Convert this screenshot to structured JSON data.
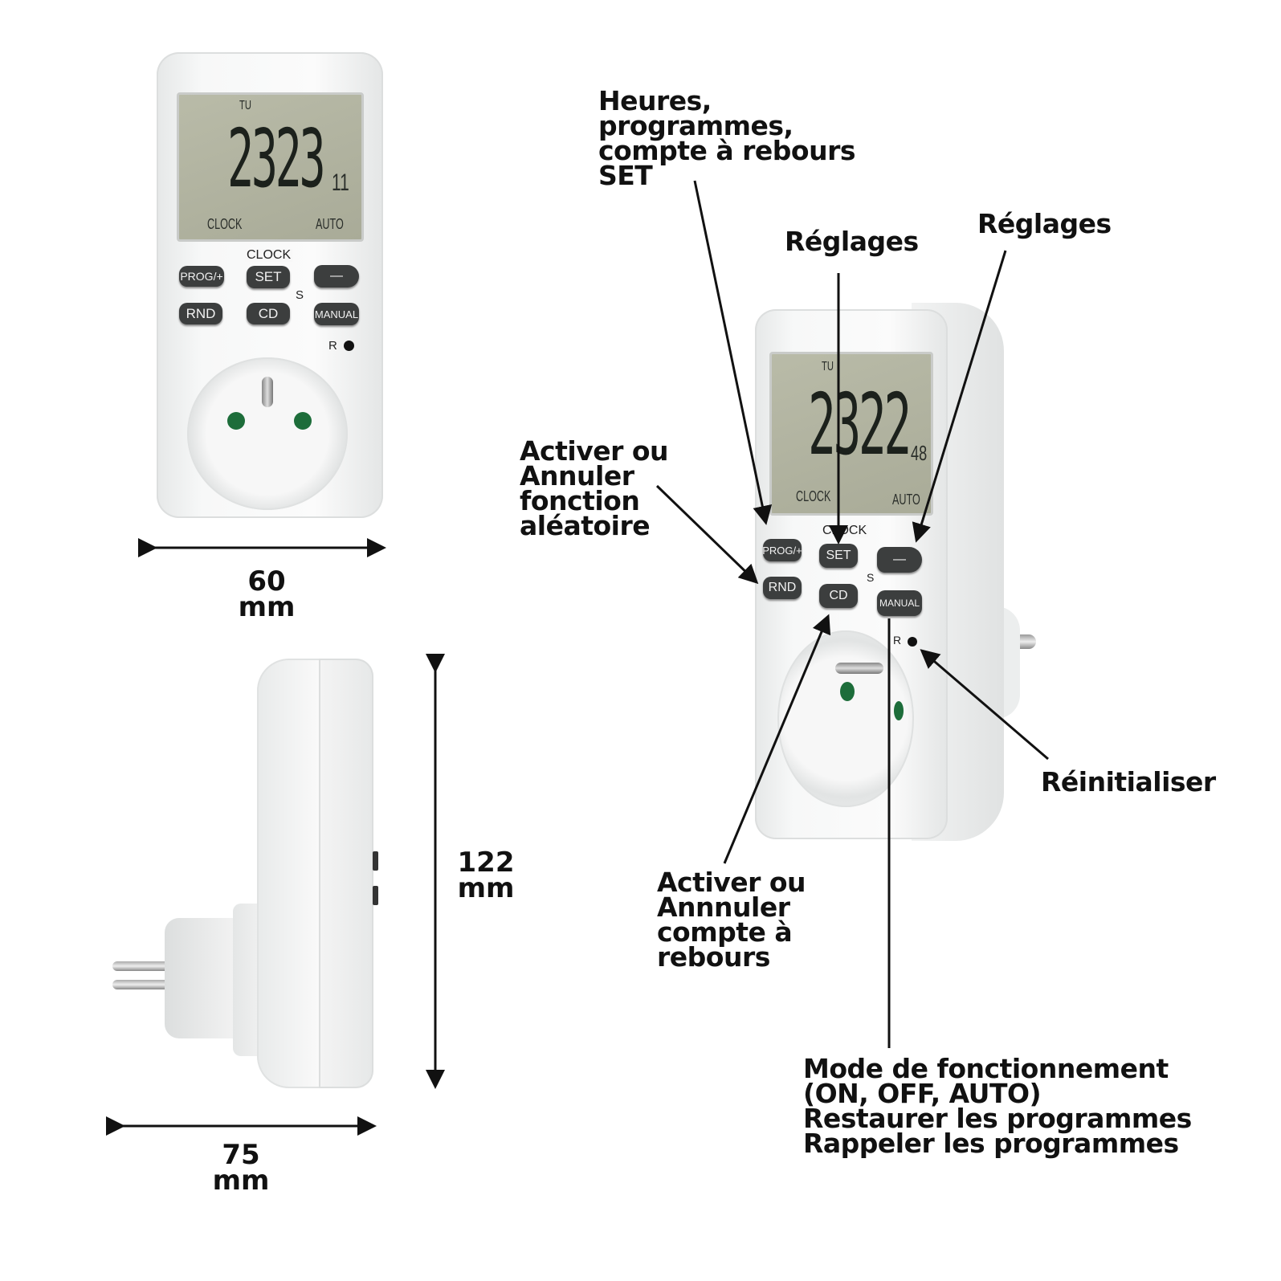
{
  "device": {
    "lcd_front": {
      "day": "TU",
      "time": "2323",
      "seconds": "11",
      "mode_left": "CLOCK",
      "mode_right": "AUTO"
    },
    "lcd_angled": {
      "day": "TU",
      "time": "2322",
      "seconds": "48",
      "mode_left": "CLOCK",
      "mode_right": "AUTO"
    },
    "buttons": {
      "prog": "PROG/+",
      "set": "SET",
      "minus": "—",
      "rnd": "RND",
      "cd": "CD",
      "manual": "MANUAL"
    },
    "captions": {
      "clock": "CLOCK",
      "s": "S",
      "reset": "R"
    }
  },
  "dimensions": {
    "width": {
      "value": "60",
      "unit": "mm"
    },
    "height": {
      "value": "122",
      "unit": "mm"
    },
    "depth": {
      "value": "75",
      "unit": "mm"
    }
  },
  "annotations": {
    "hours": [
      "Heures,",
      "programmes,",
      "compte à rebours",
      "SET"
    ],
    "settings_center": "Réglages",
    "settings_right": "Réglages",
    "random": [
      "Activer ou",
      "Annuler",
      "fonction",
      "aléatoire"
    ],
    "countdown": [
      "Activer ou",
      "Annnuler",
      "compte à",
      "rebours"
    ],
    "reset": "Réinitialiser",
    "mode": [
      "Mode de fonctionnement",
      "(ON, OFF, AUTO)",
      "Restaurer les programmes",
      "Rappeler les programmes"
    ]
  }
}
